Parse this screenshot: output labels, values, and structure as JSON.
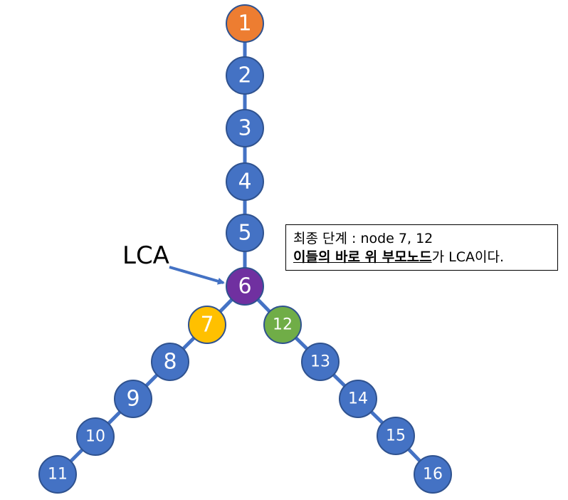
{
  "colors": {
    "edge": "#4472C4",
    "node_default": "#4472C4",
    "node_border": "#2F528F",
    "root": "#ED7D31",
    "lca": "#7030A0",
    "first_child_a": "#FFC000",
    "first_child_b": "#70AD47"
  },
  "nodes": [
    {
      "id": "1",
      "label": "1",
      "role": "root"
    },
    {
      "id": "2",
      "label": "2",
      "role": "default"
    },
    {
      "id": "3",
      "label": "3",
      "role": "default"
    },
    {
      "id": "4",
      "label": "4",
      "role": "default"
    },
    {
      "id": "5",
      "label": "5",
      "role": "default"
    },
    {
      "id": "6",
      "label": "6",
      "role": "lca"
    },
    {
      "id": "7",
      "label": "7",
      "role": "first_child_a"
    },
    {
      "id": "8",
      "label": "8",
      "role": "default"
    },
    {
      "id": "9",
      "label": "9",
      "role": "default"
    },
    {
      "id": "10",
      "label": "10",
      "role": "default"
    },
    {
      "id": "11",
      "label": "11",
      "role": "default"
    },
    {
      "id": "12",
      "label": "12",
      "role": "first_child_b"
    },
    {
      "id": "13",
      "label": "13",
      "role": "default"
    },
    {
      "id": "14",
      "label": "14",
      "role": "default"
    },
    {
      "id": "15",
      "label": "15",
      "role": "default"
    },
    {
      "id": "16",
      "label": "16",
      "role": "default"
    }
  ],
  "edges": [
    [
      "1",
      "2"
    ],
    [
      "2",
      "3"
    ],
    [
      "3",
      "4"
    ],
    [
      "4",
      "5"
    ],
    [
      "5",
      "6"
    ],
    [
      "6",
      "7"
    ],
    [
      "7",
      "8"
    ],
    [
      "8",
      "9"
    ],
    [
      "9",
      "10"
    ],
    [
      "10",
      "11"
    ],
    [
      "6",
      "12"
    ],
    [
      "12",
      "13"
    ],
    [
      "13",
      "14"
    ],
    [
      "14",
      "15"
    ],
    [
      "15",
      "16"
    ]
  ],
  "lca_label": "LCA",
  "note": {
    "line1": "최종 단계 : node 7, 12",
    "line2_emphasis": "이들의 바로 위 부모노드",
    "line2_rest": "가 LCA이다."
  }
}
